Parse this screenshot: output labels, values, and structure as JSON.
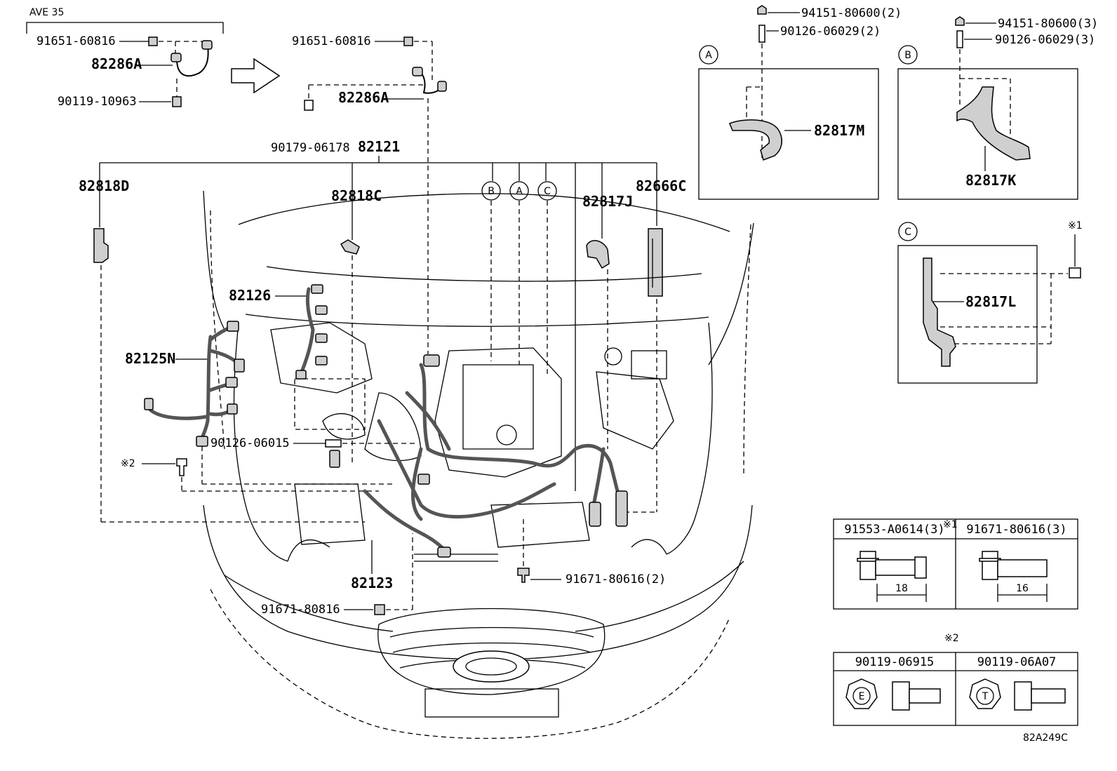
{
  "model_note": "AVE 35",
  "diagram_code": "82A249C",
  "parts": {
    "p_91651_60816_a": "91651-60816",
    "p_82286A_a": "82286A",
    "p_90119_10963": "90119-10963",
    "p_91651_60816_b": "91651-60816",
    "p_82286A_b": "82286A",
    "p_90179_06178": "90179-06178",
    "p_82121": "82121",
    "p_82818D": "82818D",
    "p_82818C": "82818C",
    "p_82817J": "82817J",
    "p_82666C": "82666C",
    "p_82126": "82126",
    "p_82125N": "82125N",
    "p_90126_06015": "90126-06015",
    "p_82123": "82123",
    "p_91671_80616_2": "91671-80616(2)",
    "p_91671_80816": "91671-80816",
    "p_94151_80600_2": "94151-80600(2)",
    "p_90126_06029_2": "90126-06029(2)",
    "p_82817M": "82817M",
    "p_94151_80600_3": "94151-80600(3)",
    "p_90126_06029_3": "90126-06029(3)",
    "p_82817K": "82817K",
    "p_82817L": "82817L"
  },
  "refs": {
    "A": "A",
    "B": "B",
    "C": "C",
    "note1": "※1",
    "note2": "※2"
  },
  "table1": {
    "note": "※1",
    "col1": "91553-A0614(3)",
    "col2": "91671-80616(3)",
    "dim1": "18",
    "dim2": "16"
  },
  "table2": {
    "note": "※2",
    "col1": "90119-06915",
    "col2": "90119-06A07",
    "mark1": "E",
    "mark2": "T"
  },
  "colors": {
    "line": "#000000",
    "part_fill": "#cfcfcf",
    "background": "#ffffff"
  }
}
